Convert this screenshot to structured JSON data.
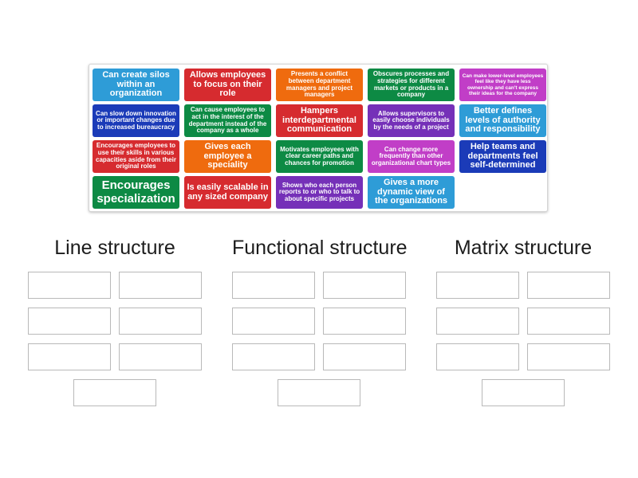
{
  "cards": [
    {
      "text": "Can create silos within an organization",
      "color": "#2e9cd7",
      "size": 11
    },
    {
      "text": "Allows employees to focus on their role",
      "color": "#d62b2f",
      "size": 11
    },
    {
      "text": "Presents a conflict between department managers and project managers",
      "color": "#ef6b0e",
      "size": 8
    },
    {
      "text": "Obscures processes and strategies for different markets or products in a company",
      "color": "#0d8a44",
      "size": 8
    },
    {
      "text": "Can make lower-level employees feel like they have less ownership and can't express their ideas for the company",
      "color": "#c13ec7",
      "size": 6.5
    },
    {
      "text": "Can slow down innovation or important changes due to increased bureaucracy",
      "color": "#1b3bb8",
      "size": 8
    },
    {
      "text": "Can cause employees to act in the interest of the department instead of the company as a whole",
      "color": "#0d8a44",
      "size": 8
    },
    {
      "text": "Hampers interdepartmental communication",
      "color": "#d62b2f",
      "size": 11
    },
    {
      "text": "Allows supervisors to easily choose individuals by the needs of a project",
      "color": "#7530b8",
      "size": 8
    },
    {
      "text": "Better defines levels of authority and responsibility",
      "color": "#2e9cd7",
      "size": 11
    },
    {
      "text": "Encourages employees to use their skills in various capacities aside from their original roles",
      "color": "#d62b2f",
      "size": 8
    },
    {
      "text": "Gives each employee a speciality",
      "color": "#ef6b0e",
      "size": 11
    },
    {
      "text": "Motivates employees with clear career paths and chances for promotion",
      "color": "#0d8a44",
      "size": 8
    },
    {
      "text": "Can change more frequently than other organizational chart types",
      "color": "#c13ec7",
      "size": 8
    },
    {
      "text": "Help teams and departments feel self-determined",
      "color": "#1b3bb8",
      "size": 11
    },
    {
      "text": "Encourages specialization",
      "color": "#0d8a44",
      "size": 15
    },
    {
      "text": "Is easily scalable in any sized company",
      "color": "#d62b2f",
      "size": 11
    },
    {
      "text": "Shows who each person reports to or who to talk to about specific projects",
      "color": "#7530b8",
      "size": 8
    },
    {
      "text": "Gives a more dynamic view of the organizations",
      "color": "#2e9cd7",
      "size": 11
    }
  ],
  "columns": [
    {
      "title": "Line structure",
      "slots": 7
    },
    {
      "title": "Functional structure",
      "slots": 7
    },
    {
      "title": "Matrix structure",
      "slots": 7
    }
  ]
}
